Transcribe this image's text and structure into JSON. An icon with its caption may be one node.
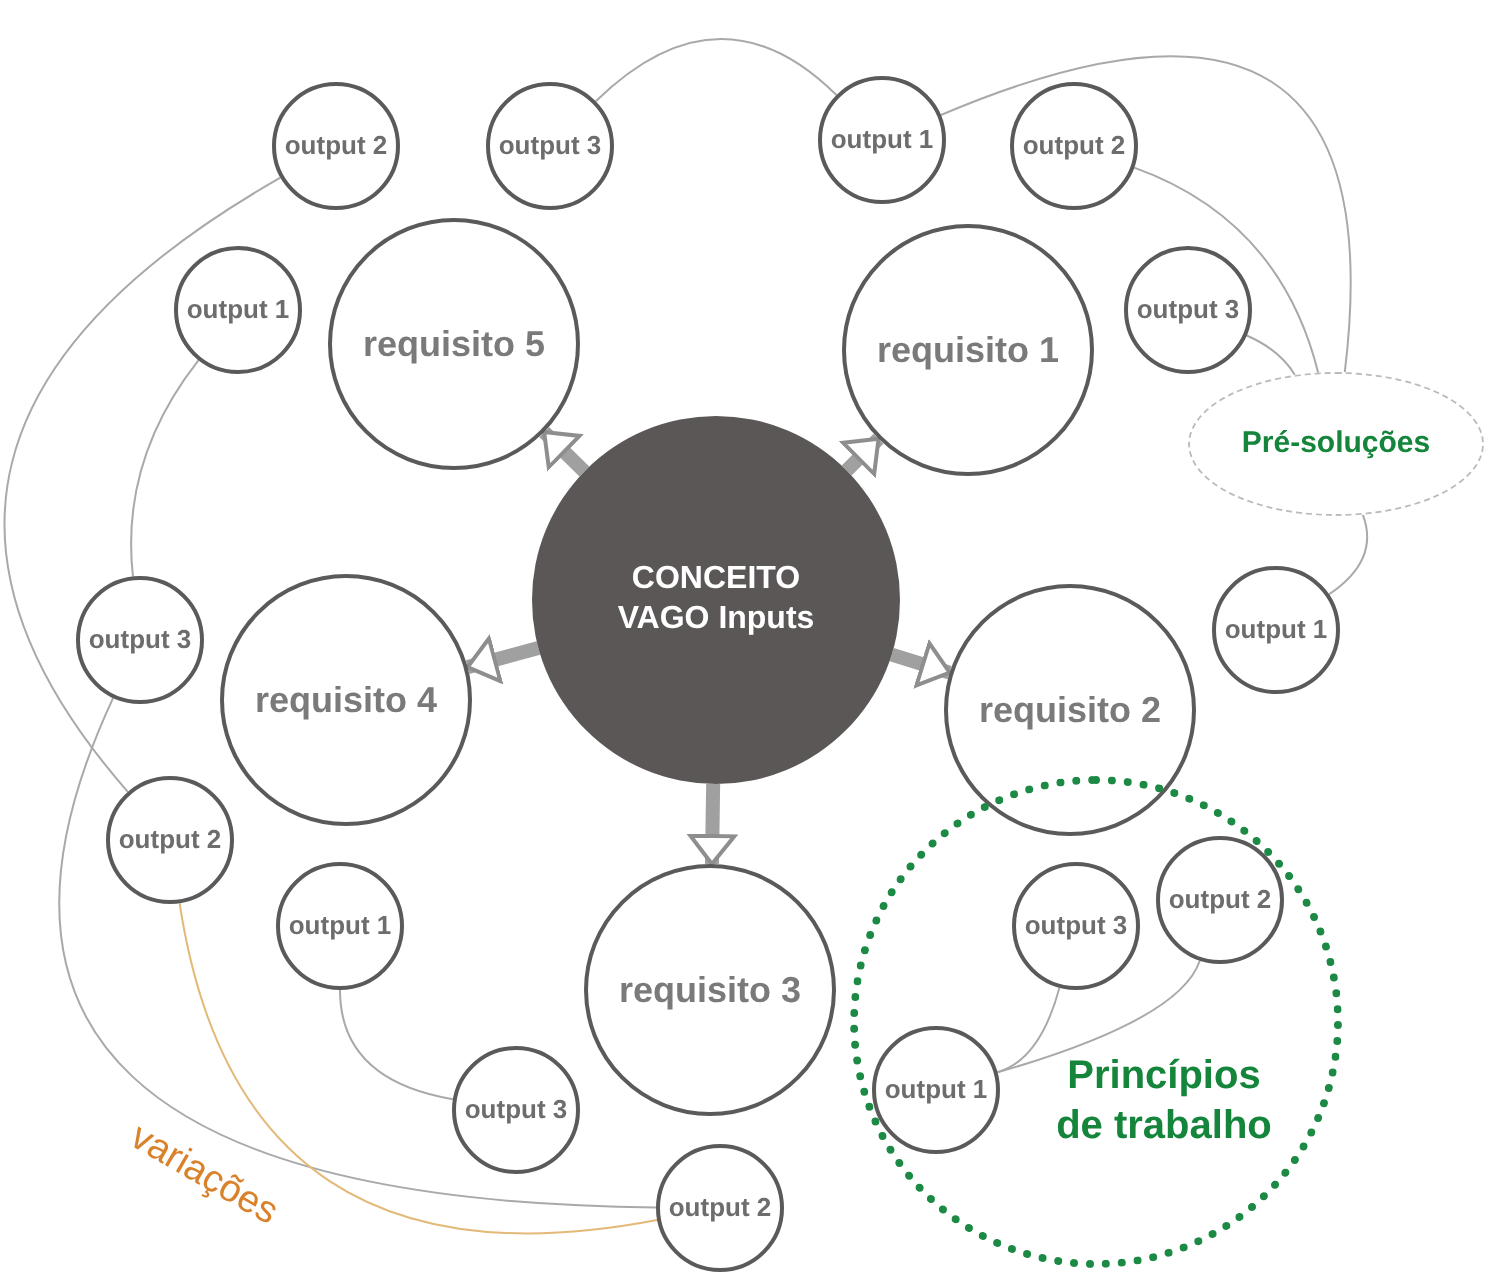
{
  "diagram": {
    "nodes": [
      {
        "text": [
          "output 2"
        ]
      },
      {
        "text": [
          "output 3"
        ]
      },
      {
        "text": [
          "output 1"
        ]
      },
      {
        "text": [
          "output 2"
        ]
      },
      {
        "text": [
          "output 1"
        ]
      },
      {
        "text": [
          "requisito 5"
        ]
      },
      {
        "text": [
          "requisito 1"
        ]
      },
      {
        "text": [
          "output 3"
        ]
      },
      {
        "text": [
          "Pré-soluções"
        ]
      },
      {
        "text": [
          "CONCEITO VAGO Inputs"
        ]
      },
      {
        "text": [
          "output 3"
        ]
      },
      {
        "text": [
          "requisito 4"
        ]
      },
      {
        "text": [
          "requisito 2"
        ]
      },
      {
        "text": [
          "output 1"
        ]
      },
      {
        "text": [
          "output 2"
        ]
      },
      {
        "text": [
          "output 2"
        ],
        "in": 19
      },
      {
        "text": [
          "output 1"
        ]
      },
      {
        "text": [
          "output 3"
        ],
        "in": 19
      },
      {
        "text": [
          "requisito 3"
        ]
      },
      {
        "text": [
          "Princípios de trabalho"
        ]
      },
      {
        "text": [
          "output 3"
        ]
      },
      {
        "text": [
          "output 1"
        ],
        "in": 19
      },
      {
        "text": [
          "output 2"
        ]
      }
    ],
    "edges": [
      {
        "from": 9,
        "to": 5,
        "arrow": "to",
        "style": "thick"
      },
      {
        "from": 9,
        "to": 6,
        "arrow": "to",
        "style": "thick"
      },
      {
        "from": 9,
        "to": 11,
        "arrow": "to",
        "style": "thick"
      },
      {
        "from": 9,
        "to": 12,
        "arrow": "to",
        "style": "thick"
      },
      {
        "from": 9,
        "to": 18,
        "arrow": "to",
        "style": "thick"
      },
      {
        "from": 1,
        "to": 2,
        "arrow": "none"
      },
      {
        "from": 2,
        "to": 8,
        "arrow": "none"
      },
      {
        "from": 3,
        "to": 8,
        "arrow": "none"
      },
      {
        "from": 7,
        "to": 8,
        "arrow": "none"
      },
      {
        "from": 0,
        "to": 14,
        "arrow": "none"
      },
      {
        "from": 4,
        "to": 10,
        "arrow": "none"
      },
      {
        "from": 16,
        "to": 20,
        "arrow": "none"
      },
      {
        "from": 10,
        "to": 22,
        "arrow": "none"
      },
      {
        "from": 14,
        "to": 22,
        "arrow": "none",
        "color": "#e3b979"
      },
      {
        "from": 17,
        "to": 21,
        "arrow": "none"
      },
      {
        "from": 13,
        "to": 8,
        "arrow": "none"
      },
      {
        "from": 21,
        "to": 15,
        "arrow": "none"
      }
    ],
    "labels": [
      "variações"
    ]
  }
}
